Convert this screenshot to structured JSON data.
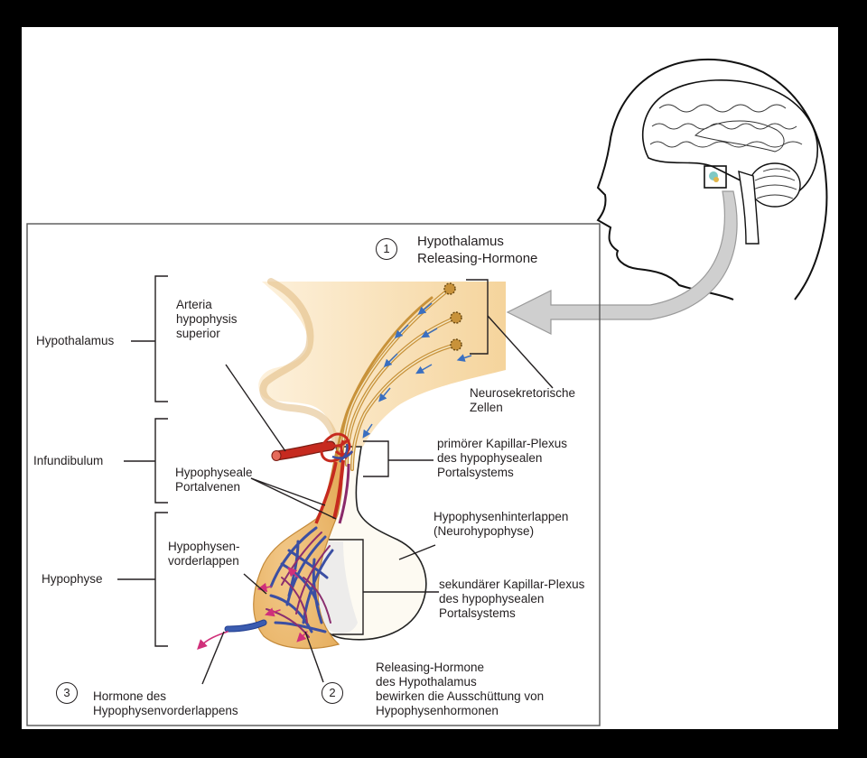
{
  "labels": {
    "hypothalamus_releasing_hormone": "Hypothalamus\nReleasing-Hormone",
    "hypothalamus": "Hypothalamus",
    "infundibulum": "Infundibulum",
    "hypophyse": "Hypophyse",
    "arteria": "Arteria\nhypophysis\nsuperior",
    "neurosekretorische_zellen": "Neurosekretorische\nZellen",
    "primaerer_plexus": "primörer Kapillar-Plexus\ndes hypophysealen\nPortalsystems",
    "portalvenen": "Hypophyseale\nPortalvenen",
    "hinterlappen": "Hypophysenhinterlappen\n(Neurohypophyse)",
    "vorderlappen": "Hypophysen-\nvorderlappen",
    "sekundaerer_plexus": "sekundärer Kapillar-Plexus\ndes hypophysealen\nPortalsystems",
    "releasing_bewirken": "Releasing-Hormone\ndes Hypothalamus\nbewirken die Ausschüttung von\nHypophysenhormonen",
    "hormone_vorderlappen": "Hormone des\nHypophysenvorderlappens"
  },
  "steps": [
    "1",
    "2",
    "3"
  ],
  "colors": {
    "background": "#000000",
    "panel": "#ffffff",
    "tissue": "#f7d9a6",
    "tissue_dark": "#e9bd73",
    "artery": "#c62a1f",
    "vein": "#3b4fa3",
    "nerve": "#c8923a",
    "arrow_grey": "#c8c8c8"
  }
}
